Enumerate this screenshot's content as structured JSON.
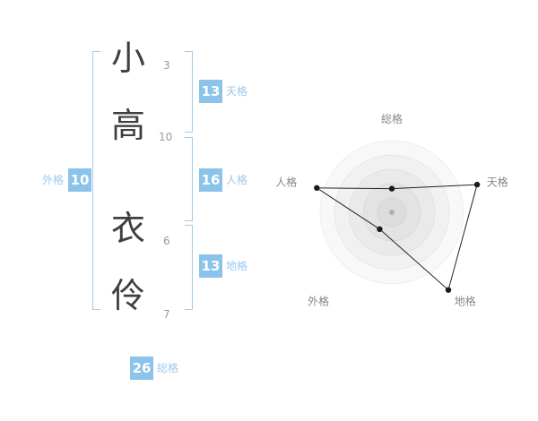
{
  "name_display": {
    "characters": [
      {
        "char": "小",
        "strokes": "3"
      },
      {
        "char": "高",
        "strokes": "10"
      },
      {
        "char": "衣",
        "strokes": "6"
      },
      {
        "char": "伶",
        "strokes": "7"
      }
    ]
  },
  "badges": {
    "tenkaku": {
      "value": "13",
      "label": "天格"
    },
    "jinkaku": {
      "value": "16",
      "label": "人格"
    },
    "chikaku": {
      "value": "13",
      "label": "地格"
    },
    "gaikaku": {
      "value": "10",
      "label": "外格"
    },
    "soukaku": {
      "value": "26",
      "label": "総格"
    }
  },
  "colors": {
    "accent_blue": "#8bc3ea",
    "bracket_blue": "#a5cbe9",
    "label_blue": "#9cc9ec",
    "stroke_count_gray": "#999999",
    "chart_label_gray": "#888888",
    "chart_line": "#222222",
    "background": "#ffffff"
  },
  "chart_data": {
    "type": "radar",
    "title": "",
    "axes": [
      "総格",
      "天格",
      "地格",
      "外格",
      "人格"
    ],
    "values_ratio_of_outer_ring": [
      0.33,
      1.25,
      1.34,
      0.29,
      1.1
    ],
    "kakusu_numbers": {
      "総格": 26,
      "天格": 13,
      "地格": 13,
      "外格": 10,
      "人格": 16
    },
    "rings": 5,
    "grid": "concentric-circles",
    "legend": "none",
    "center_marker": true
  }
}
